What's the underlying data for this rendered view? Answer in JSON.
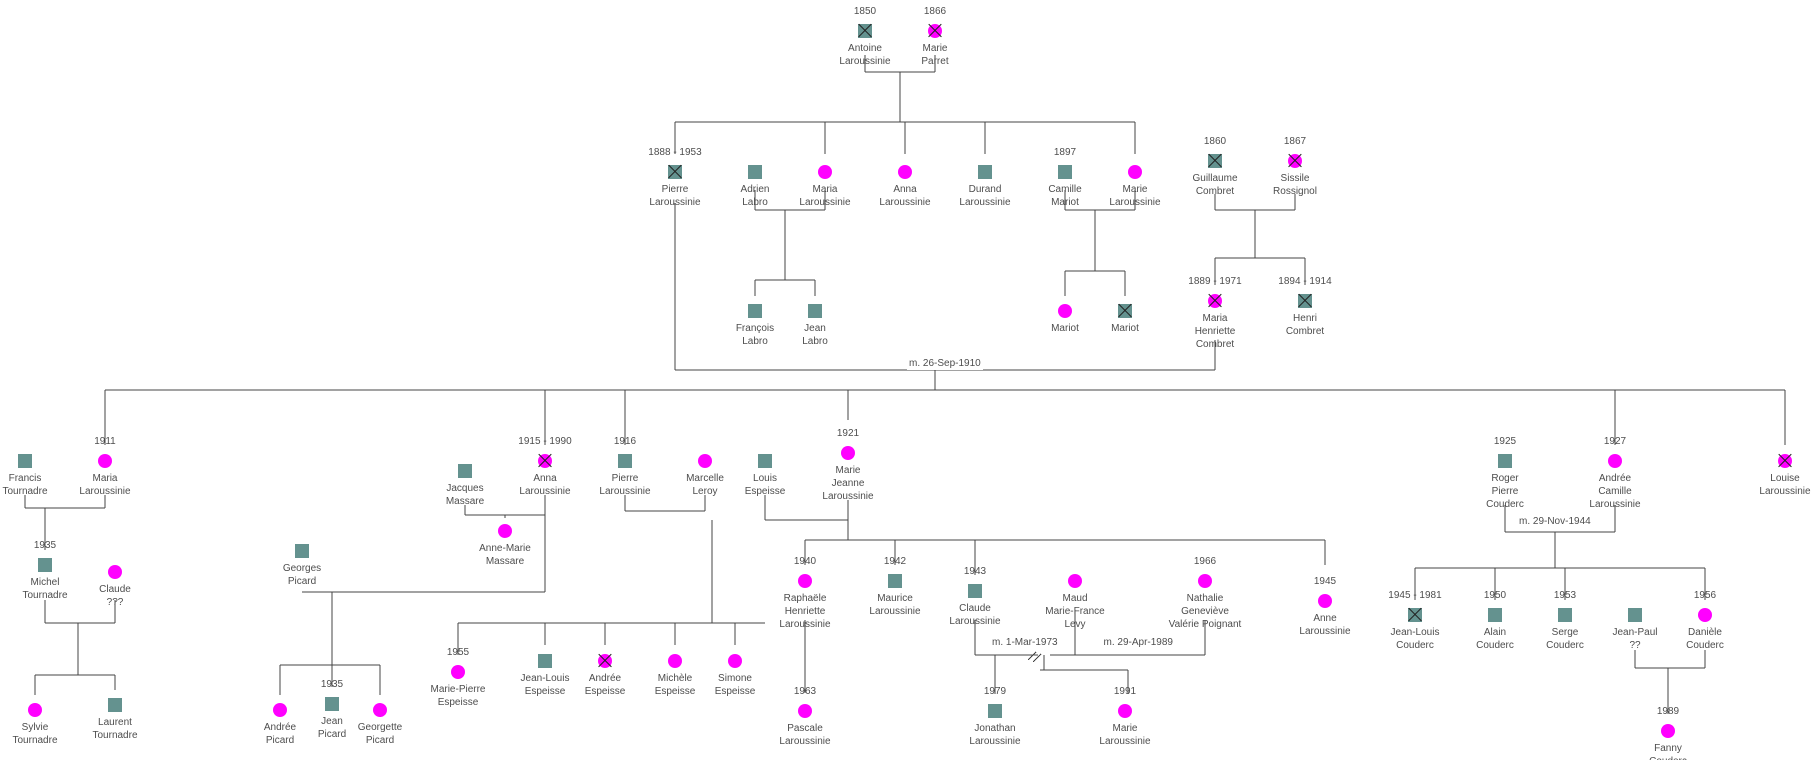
{
  "colors": {
    "male": "#64928f",
    "female": "#ff00ff",
    "line": "#444444",
    "text": "#4d4d4d"
  },
  "people": [
    {
      "id": "antoine",
      "name": "Antoine Laroussinie",
      "sex": "male",
      "deceased": true,
      "years": "1850"
    },
    {
      "id": "parret",
      "name": "Marie Parret",
      "sex": "female",
      "deceased": true,
      "years": "1866"
    },
    {
      "id": "pierre",
      "name": "Pierre Laroussinie",
      "sex": "male",
      "deceased": true,
      "years": "1888 - 1953"
    },
    {
      "id": "adrien",
      "name": "Adrien Labro",
      "sex": "male",
      "deceased": false,
      "years": ""
    },
    {
      "id": "mariaL",
      "name": "Maria Laroussinie",
      "sex": "female",
      "deceased": false,
      "years": ""
    },
    {
      "id": "anna1",
      "name": "Anna Laroussinie",
      "sex": "female",
      "deceased": false,
      "years": ""
    },
    {
      "id": "durand",
      "name": "Durand Laroussinie",
      "sex": "male",
      "deceased": false,
      "years": ""
    },
    {
      "id": "camille",
      "name": "Camille Mariot",
      "sex": "male",
      "deceased": false,
      "years": "1897"
    },
    {
      "id": "marieL1",
      "name": "Marie Laroussinie",
      "sex": "female",
      "deceased": false,
      "years": ""
    },
    {
      "id": "guillaume",
      "name": "Guillaume Combret",
      "sex": "male",
      "deceased": true,
      "years": "1860"
    },
    {
      "id": "sissile",
      "name": "Sissile Rossignol",
      "sex": "female",
      "deceased": true,
      "years": "1867"
    },
    {
      "id": "francoisL",
      "name": "François Labro",
      "sex": "male",
      "deceased": false,
      "years": ""
    },
    {
      "id": "jeanL",
      "name": "Jean Labro",
      "sex": "male",
      "deceased": false,
      "years": ""
    },
    {
      "id": "mariotF",
      "name": "Mariot",
      "sex": "female",
      "deceased": false,
      "years": ""
    },
    {
      "id": "mariotM",
      "name": "Mariot",
      "sex": "male",
      "deceased": true,
      "years": ""
    },
    {
      "id": "mariaC",
      "name": "Maria Henriette Combret",
      "sex": "female",
      "deceased": true,
      "years": "1889 - 1971"
    },
    {
      "id": "henri",
      "name": "Henri Combret",
      "sex": "male",
      "deceased": true,
      "years": "1894 - 1914"
    },
    {
      "id": "francis",
      "name": "Francis Tournadre",
      "sex": "male",
      "deceased": false,
      "years": ""
    },
    {
      "id": "maria1911",
      "name": "Maria Laroussinie",
      "sex": "female",
      "deceased": false,
      "years": "1911"
    },
    {
      "id": "jacques",
      "name": "Jacques Massare",
      "sex": "male",
      "deceased": false,
      "years": ""
    },
    {
      "id": "annaL",
      "name": "Anna Laroussinie",
      "sex": "female",
      "deceased": true,
      "years": "1915 - 1990"
    },
    {
      "id": "pierre1916",
      "name": "Pierre Laroussinie",
      "sex": "male",
      "deceased": false,
      "years": "1916"
    },
    {
      "id": "marcelle",
      "name": "Marcelle Leroy",
      "sex": "female",
      "deceased": false,
      "years": ""
    },
    {
      "id": "louisE",
      "name": "Louis Espeisse",
      "sex": "male",
      "deceased": false,
      "years": ""
    },
    {
      "id": "marieJ",
      "name": "Marie Jeanne Laroussinie",
      "sex": "female",
      "deceased": false,
      "years": "1921"
    },
    {
      "id": "roger",
      "name": "Roger Pierre Couderc",
      "sex": "male",
      "deceased": false,
      "years": "1925"
    },
    {
      "id": "andreeC",
      "name": "Andrée Camille Laroussinie",
      "sex": "female",
      "deceased": false,
      "years": "1927"
    },
    {
      "id": "louise",
      "name": "Louise Laroussinie",
      "sex": "female",
      "deceased": true,
      "years": ""
    },
    {
      "id": "michel",
      "name": "Michel Tournadre",
      "sex": "male",
      "deceased": false,
      "years": "1935"
    },
    {
      "id": "claudeF",
      "name": "Claude ???",
      "sex": "female",
      "deceased": false,
      "years": ""
    },
    {
      "id": "georges",
      "name": "Georges Picard",
      "sex": "male",
      "deceased": false,
      "years": ""
    },
    {
      "id": "anneMarie",
      "name": "Anne-Marie Massare",
      "sex": "female",
      "deceased": false,
      "years": ""
    },
    {
      "id": "raphaele",
      "name": "Raphaële Henriette Laroussinie",
      "sex": "female",
      "deceased": false,
      "years": "1940"
    },
    {
      "id": "maurice",
      "name": "Maurice Laroussinie",
      "sex": "male",
      "deceased": false,
      "years": "1942"
    },
    {
      "id": "claudeL",
      "name": "Claude Laroussinie",
      "sex": "male",
      "deceased": false,
      "years": "1943"
    },
    {
      "id": "maud",
      "name": "Maud Marie-France Levy",
      "sex": "female",
      "deceased": false,
      "years": ""
    },
    {
      "id": "nathalie",
      "name": "Nathalie Geneviève Valérie Poignant",
      "sex": "female",
      "deceased": false,
      "years": "1966"
    },
    {
      "id": "anne1945",
      "name": "Anne Laroussinie",
      "sex": "female",
      "deceased": false,
      "years": "1945"
    },
    {
      "id": "jeanLouisC",
      "name": "Jean-Louis Couderc",
      "sex": "male",
      "deceased": true,
      "years": "1945 - 1981"
    },
    {
      "id": "alain",
      "name": "Alain Couderc",
      "sex": "male",
      "deceased": false,
      "years": "1950"
    },
    {
      "id": "serge",
      "name": "Serge Couderc",
      "sex": "male",
      "deceased": false,
      "years": "1953"
    },
    {
      "id": "jeanPaul",
      "name": "Jean-Paul ??",
      "sex": "male",
      "deceased": false,
      "years": ""
    },
    {
      "id": "daniele",
      "name": "Danièle Couderc",
      "sex": "female",
      "deceased": false,
      "years": "1956"
    },
    {
      "id": "sylvie",
      "name": "Sylvie Tournadre",
      "sex": "female",
      "deceased": false,
      "years": ""
    },
    {
      "id": "laurent",
      "name": "Laurent Tournadre",
      "sex": "male",
      "deceased": false,
      "years": ""
    },
    {
      "id": "andreeP",
      "name": "Andrée Picard",
      "sex": "female",
      "deceased": false,
      "years": ""
    },
    {
      "id": "jeanP",
      "name": "Jean Picard",
      "sex": "male",
      "deceased": false,
      "years": "1935"
    },
    {
      "id": "georgette",
      "name": "Georgette Picard",
      "sex": "female",
      "deceased": false,
      "years": ""
    },
    {
      "id": "mariePierre",
      "name": "Marie-Pierre Espeisse",
      "sex": "female",
      "deceased": false,
      "years": "1955"
    },
    {
      "id": "jeanLouisE",
      "name": "Jean-Louis Espeisse",
      "sex": "male",
      "deceased": false,
      "years": ""
    },
    {
      "id": "andreeE",
      "name": "Andrée Espeisse",
      "sex": "female",
      "deceased": true,
      "years": ""
    },
    {
      "id": "michele",
      "name": "Michèle Espeisse",
      "sex": "female",
      "deceased": false,
      "years": ""
    },
    {
      "id": "simone",
      "name": "Simone Espeisse",
      "sex": "female",
      "deceased": false,
      "years": ""
    },
    {
      "id": "pascale",
      "name": "Pascale Laroussinie",
      "sex": "female",
      "deceased": false,
      "years": "1963"
    },
    {
      "id": "jonathan",
      "name": "Jonathan Laroussinie",
      "sex": "male",
      "deceased": false,
      "years": "1979"
    },
    {
      "id": "marie1991",
      "name": "Marie Laroussinie",
      "sex": "female",
      "deceased": false,
      "years": "1991"
    },
    {
      "id": "fanny",
      "name": "Fanny Couderc",
      "sex": "female",
      "deceased": false,
      "years": "1989"
    }
  ],
  "marriages": [
    {
      "id": "m_pierre_maria",
      "label": "m. 26-Sep-1910"
    },
    {
      "id": "m_roger_andree",
      "label": "m. 29-Nov-1944"
    },
    {
      "id": "m_claude_maud",
      "label": "m. 1-Mar-1973"
    },
    {
      "id": "m_claude_nathalie",
      "label": "m. 29-Apr-1989"
    }
  ]
}
